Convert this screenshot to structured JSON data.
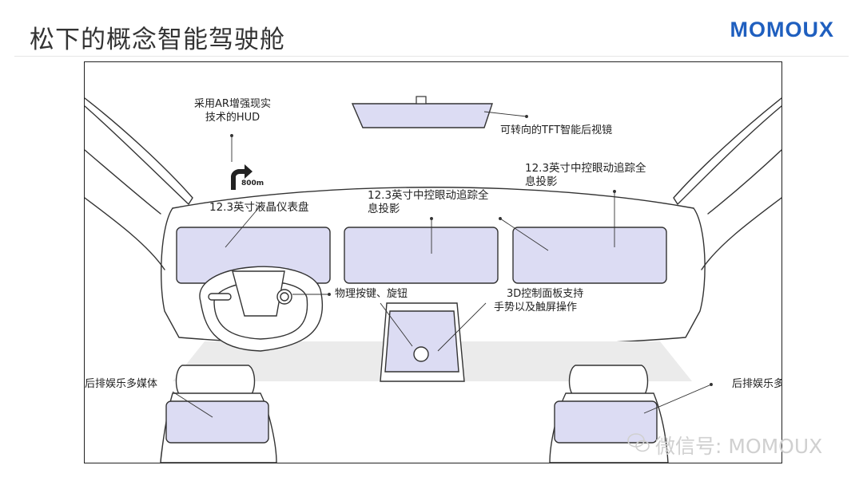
{
  "header": {
    "title": "松下的概念智能驾驶舱",
    "logo": "MOMOUX"
  },
  "diagram": {
    "labels": {
      "hud_line1": "采用AR增强现实",
      "hud_line2": "技术的HUD",
      "mirror": "可转向的TFT智能后视镜",
      "center_line1": "12.3英寸中控眼动追踪全",
      "center_line2": "息投影",
      "right_line1": "12.3英寸中控眼动追踪全",
      "right_line2": "息投影",
      "cluster": "12.3英寸液晶仪表盘",
      "buttons": "物理按键、旋钮",
      "panel_line1": "3D控制面板支持",
      "panel_line2": "手势以及触屏操作",
      "rear_left": "后排娱乐多媒体",
      "rear_right": "后排娱乐多媒体",
      "hud_distance": "800m"
    },
    "colors": {
      "screen_fill": "#dcdcf3",
      "line": "#333333",
      "floor": "#ebebeb",
      "logo": "#1f5fbf"
    }
  },
  "watermark": "微信号: MOMOUX"
}
